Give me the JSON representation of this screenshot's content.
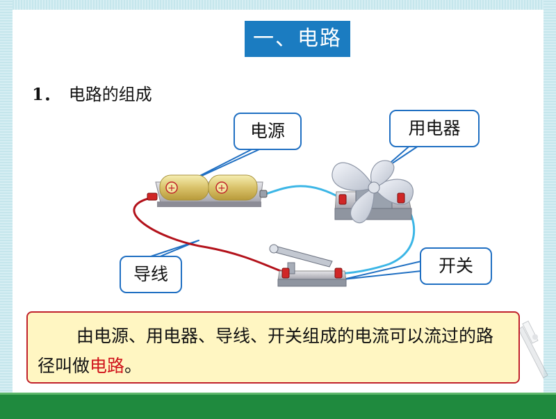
{
  "slide": {
    "title": "一、电路",
    "heading_number": "1．",
    "heading_text": "电路的组成",
    "labels": {
      "power": "电源",
      "appliance": "用电器",
      "wire": "导线",
      "switch": "开关"
    },
    "battery_marks": [
      "+",
      "+"
    ],
    "summary": {
      "before": "由电源、用电器、导线、开关组成的电流可以流过的路径叫做",
      "term": "电路",
      "after": "。"
    }
  },
  "colors": {
    "title_bg": "#1b7cc1",
    "callout_border": "#1f6fc2",
    "summary_bg": "#fff6c2",
    "summary_border": "#c0202a",
    "term_color": "#d0131b",
    "wire_red": "#b3121b",
    "wire_blue": "#3cb6e6",
    "bottom_bar": "#1f8a3e"
  }
}
